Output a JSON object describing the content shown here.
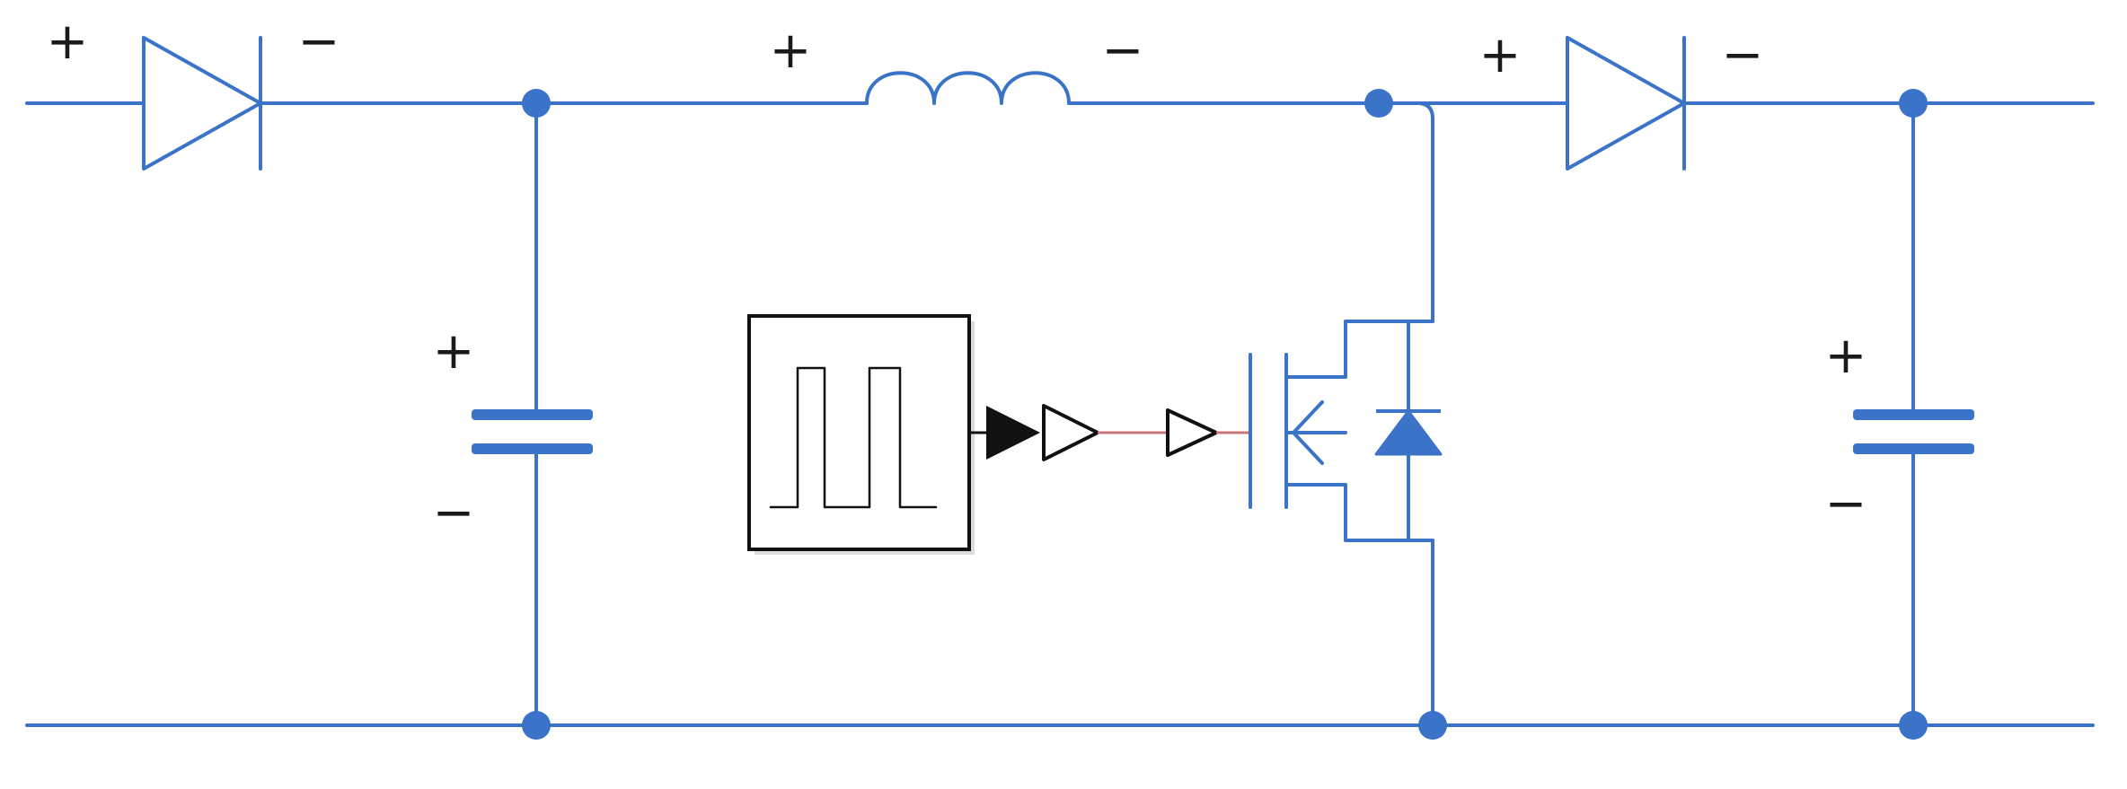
{
  "colors": {
    "wire": "#3b73c9",
    "text": "#1a1a1a",
    "block_stroke": "#111111",
    "block_fill": "#ffffff",
    "signal_line": "#c9767a",
    "diode_fill": "#3b73c9"
  },
  "polarity": {
    "plus": "+",
    "minus": "−"
  },
  "components": [
    {
      "id": "diode-input",
      "kind": "diode",
      "icon": "diode-icon"
    },
    {
      "id": "inductor",
      "kind": "inductor",
      "icon": "inductor-icon"
    },
    {
      "id": "capacitor-input",
      "kind": "capacitor",
      "icon": "capacitor-icon"
    },
    {
      "id": "pulse-generator",
      "kind": "pulse-source",
      "icon": "square-wave-icon"
    },
    {
      "id": "signal-converter",
      "kind": "converter",
      "icon": "arrowhead-icon"
    },
    {
      "id": "mosfet",
      "kind": "mosfet",
      "icon": "mosfet-icon"
    },
    {
      "id": "body-diode",
      "kind": "diode",
      "icon": "diode-icon"
    },
    {
      "id": "diode-output",
      "kind": "diode",
      "icon": "diode-icon"
    },
    {
      "id": "capacitor-output",
      "kind": "capacitor",
      "icon": "capacitor-icon"
    }
  ]
}
